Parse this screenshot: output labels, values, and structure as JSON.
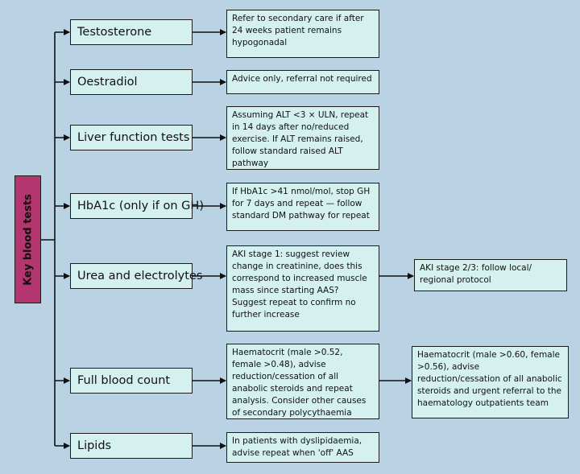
{
  "root": {
    "label": "Key blood tests"
  },
  "tests": [
    {
      "id": "testosterone",
      "label": "Testosterone",
      "outcomes": [
        "Refer to secondary care if after 24 weeks patient remains hypogonadal"
      ]
    },
    {
      "id": "oestradiol",
      "label": "Oestradiol",
      "outcomes": [
        "Advice only, referral not required"
      ]
    },
    {
      "id": "liver-function-tests",
      "label": "Liver function tests",
      "outcomes": [
        "Assuming ALT <3 × ULN, repeat in 14 days after no/reduced exercise. If ALT remains raised, follow standard raised ALT pathway"
      ]
    },
    {
      "id": "hba1c",
      "label": "HbA1c (only if on GH)",
      "outcomes": [
        "If HbA1c >41 nmol/mol, stop GH for 7 days and repeat — follow standard DM pathway for repeat"
      ]
    },
    {
      "id": "urea-and-electrolytes",
      "label": "Urea and electrolytes",
      "outcomes": [
        "AKI stage 1: suggest review change in creatinine, does this correspond to increased muscle mass since starting AAS? Suggest repeat to confirm no further increase",
        "AKI stage 2/3: follow local/ regional protocol"
      ]
    },
    {
      "id": "full-blood-count",
      "label": "Full blood count",
      "outcomes": [
        "Haematocrit (male >0.52, female >0.48), advise reduction/cessation of all anabolic steroids and repeat analysis. Consider other causes of secondary polycythaemia",
        "Haematocrit (male >0.60, female >0.56), advise reduction/cessation of all anabolic steroids and urgent referral to the haematology outpatients team"
      ]
    },
    {
      "id": "lipids",
      "label": "Lipids",
      "outcomes": [
        "In patients with dyslipidaemia, advise repeat when 'off' AAS"
      ]
    }
  ]
}
